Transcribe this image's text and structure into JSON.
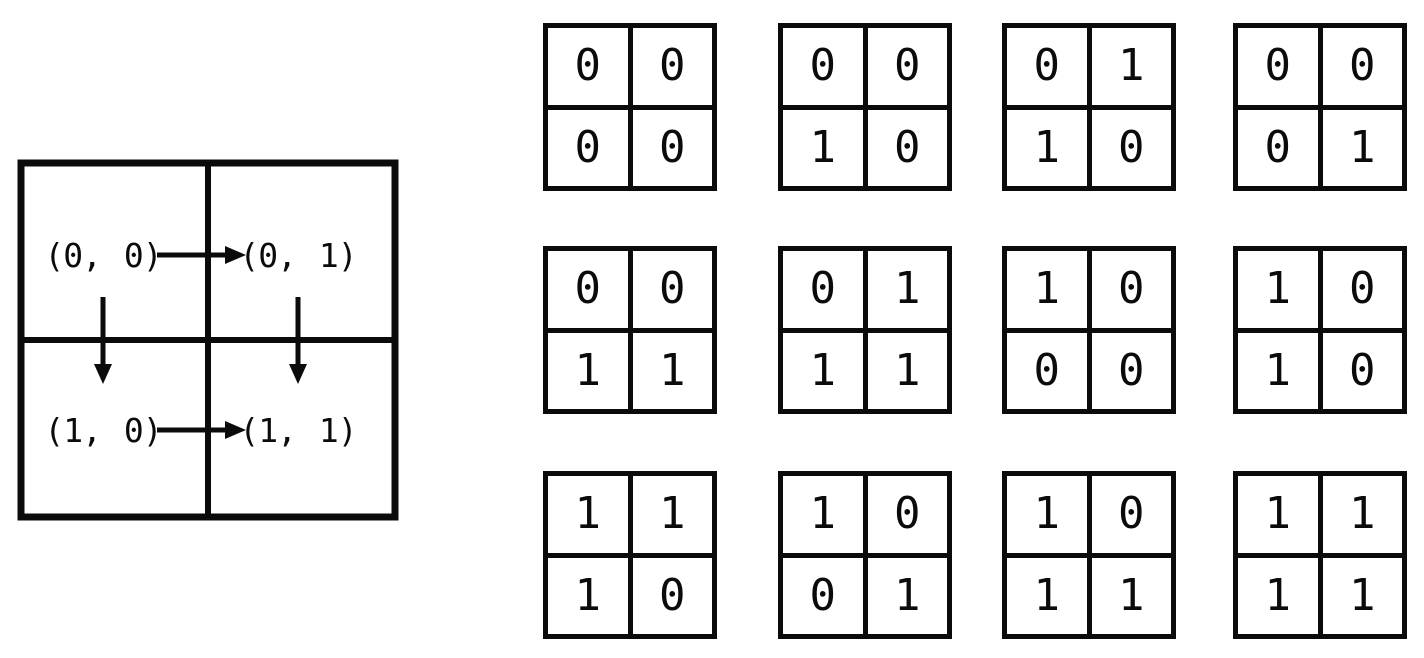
{
  "diagram": {
    "colors": {
      "ink": "#0b0b0b",
      "background": "#ffffff"
    },
    "traversal": {
      "description": "2x2 grid cell coordinates with row-major traversal arrows",
      "labels": [
        "(0, 0)",
        "(0, 1)",
        "(1, 0)",
        "(1, 1)"
      ]
    },
    "matrices": [
      {
        "cells": [
          "0",
          "0",
          "0",
          "0"
        ]
      },
      {
        "cells": [
          "0",
          "0",
          "1",
          "0"
        ]
      },
      {
        "cells": [
          "0",
          "1",
          "1",
          "0"
        ]
      },
      {
        "cells": [
          "0",
          "0",
          "0",
          "1"
        ]
      },
      {
        "cells": [
          "0",
          "0",
          "1",
          "1"
        ]
      },
      {
        "cells": [
          "0",
          "1",
          "1",
          "1"
        ]
      },
      {
        "cells": [
          "1",
          "0",
          "0",
          "0"
        ]
      },
      {
        "cells": [
          "1",
          "0",
          "1",
          "0"
        ]
      },
      {
        "cells": [
          "1",
          "1",
          "1",
          "0"
        ]
      },
      {
        "cells": [
          "1",
          "0",
          "0",
          "1"
        ]
      },
      {
        "cells": [
          "1",
          "0",
          "1",
          "1"
        ]
      },
      {
        "cells": [
          "1",
          "1",
          "1",
          "1"
        ]
      }
    ]
  }
}
